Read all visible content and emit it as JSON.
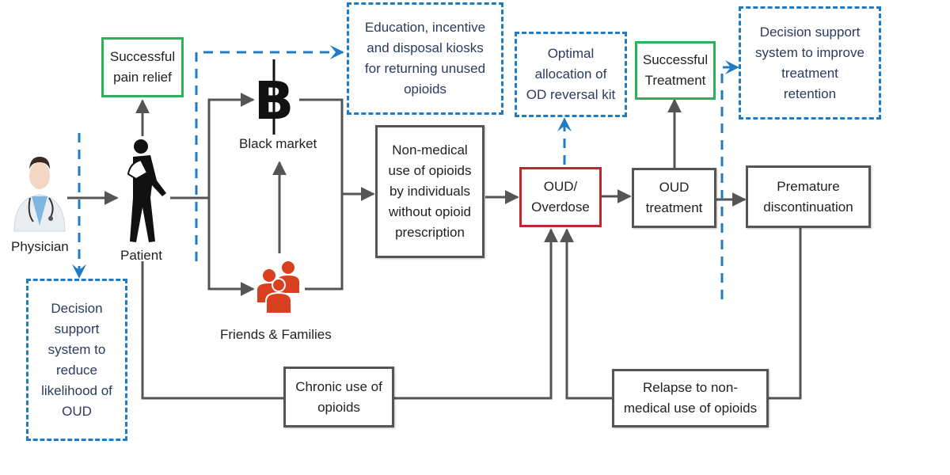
{
  "diagram": {
    "actors": {
      "physician": "Physician",
      "patient": "Patient",
      "black_market": "Black market",
      "friends_families": "Friends & Families"
    },
    "nodes": {
      "successful_pain_relief": "Successful\npain relief",
      "non_medical_use": "Non-medical\nuse of opioids\nby individuals\nwithout opioid\nprescription",
      "oud_overdose": "OUD/\nOverdose",
      "oud_treatment": "OUD\ntreatment",
      "successful_treatment": "Successful\nTreatment",
      "premature_discontinuation": "Premature\ndiscontinuation",
      "chronic_use": "Chronic use of\nopioids",
      "relapse": "Relapse to non-\nmedical use of opioids"
    },
    "interventions": {
      "dss_reduce_oud": "Decision\nsupport\nsystem to\nreduce\nlikelihood of\nOUD",
      "education_kiosks": "Education, incentive\nand disposal kiosks\nfor returning unused\nopioids",
      "od_reversal_kit": "Optimal\nallocation of\nOD reversal kit",
      "dss_treatment_retention": "Decision support\nsystem to improve\ntreatment\nretention"
    },
    "colors": {
      "flow_line": "#555555",
      "intervention_blue": "#1f7cc4",
      "success_green": "#2bb35a",
      "critical_red": "#c0282d",
      "friends_icon": "#d9401f"
    }
  }
}
